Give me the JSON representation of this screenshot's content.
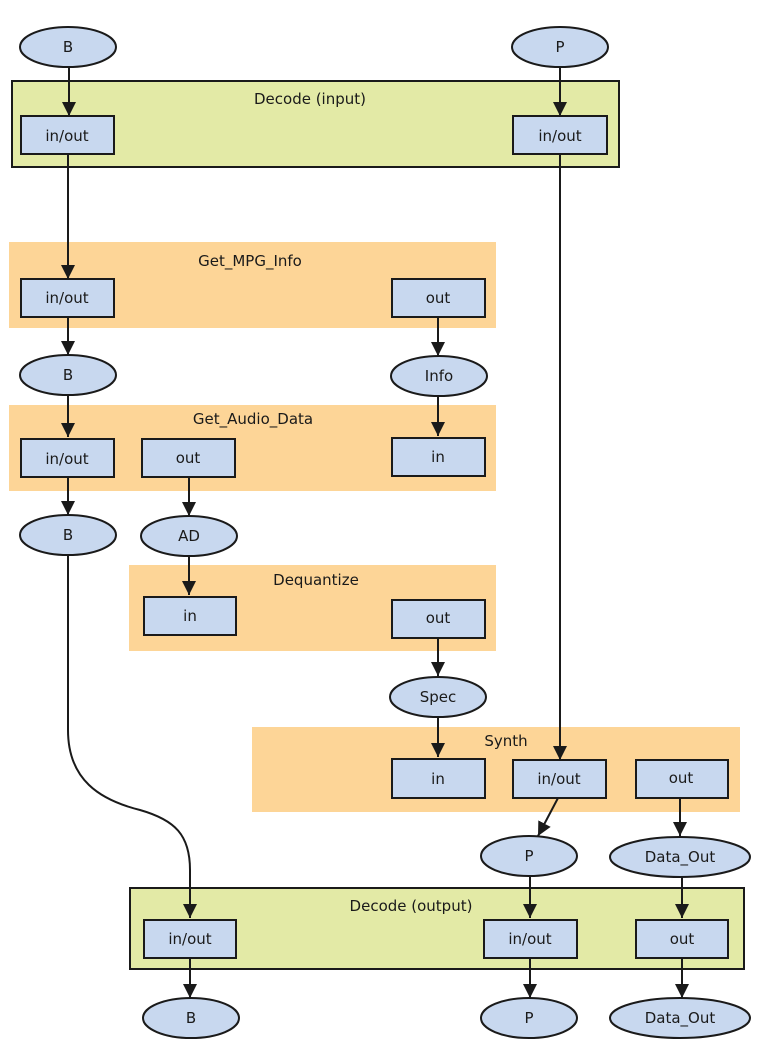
{
  "diagram": {
    "blocks": [
      {
        "id": "decode_input",
        "title": "Decode (input)",
        "kind": "green"
      },
      {
        "id": "get_mpg_info",
        "title": "Get_MPG_Info",
        "kind": "orange"
      },
      {
        "id": "get_audio_data",
        "title": "Get_Audio_Data",
        "kind": "orange"
      },
      {
        "id": "dequantize",
        "title": "Dequantize",
        "kind": "orange"
      },
      {
        "id": "synth",
        "title": "Synth",
        "kind": "orange"
      },
      {
        "id": "decode_output",
        "title": "Decode (output)",
        "kind": "green"
      }
    ],
    "ports": [
      {
        "id": "di_b",
        "block": "decode_input",
        "label": "in/out"
      },
      {
        "id": "di_p",
        "block": "decode_input",
        "label": "in/out"
      },
      {
        "id": "gm_b",
        "block": "get_mpg_info",
        "label": "in/out"
      },
      {
        "id": "gm_out",
        "block": "get_mpg_info",
        "label": "out"
      },
      {
        "id": "ga_b",
        "block": "get_audio_data",
        "label": "in/out"
      },
      {
        "id": "ga_out",
        "block": "get_audio_data",
        "label": "out"
      },
      {
        "id": "ga_in",
        "block": "get_audio_data",
        "label": "in"
      },
      {
        "id": "dq_in",
        "block": "dequantize",
        "label": "in"
      },
      {
        "id": "dq_out",
        "block": "dequantize",
        "label": "out"
      },
      {
        "id": "sy_in",
        "block": "synth",
        "label": "in"
      },
      {
        "id": "sy_p",
        "block": "synth",
        "label": "in/out"
      },
      {
        "id": "sy_out",
        "block": "synth",
        "label": "out"
      },
      {
        "id": "do_b",
        "block": "decode_output",
        "label": "in/out"
      },
      {
        "id": "do_p",
        "block": "decode_output",
        "label": "in/out"
      },
      {
        "id": "do_out",
        "block": "decode_output",
        "label": "out"
      }
    ],
    "tokens": [
      {
        "id": "t_b0",
        "label": "B"
      },
      {
        "id": "t_p0",
        "label": "P"
      },
      {
        "id": "t_b1",
        "label": "B"
      },
      {
        "id": "t_info",
        "label": "Info"
      },
      {
        "id": "t_b2",
        "label": "B"
      },
      {
        "id": "t_ad",
        "label": "AD"
      },
      {
        "id": "t_spec",
        "label": "Spec"
      },
      {
        "id": "t_p1",
        "label": "P"
      },
      {
        "id": "t_dataout1",
        "label": "Data_Out"
      },
      {
        "id": "t_b3",
        "label": "B"
      },
      {
        "id": "t_p2",
        "label": "P"
      },
      {
        "id": "t_dataout2",
        "label": "Data_Out"
      }
    ],
    "edges": [
      {
        "from": "t_b0",
        "to": "di_b"
      },
      {
        "from": "t_p0",
        "to": "di_p"
      },
      {
        "from": "di_b",
        "to": "gm_b"
      },
      {
        "from": "di_p",
        "to": "sy_p"
      },
      {
        "from": "gm_b",
        "to": "t_b1"
      },
      {
        "from": "gm_out",
        "to": "t_info"
      },
      {
        "from": "t_b1",
        "to": "ga_b"
      },
      {
        "from": "t_info",
        "to": "ga_in"
      },
      {
        "from": "ga_b",
        "to": "t_b2"
      },
      {
        "from": "ga_out",
        "to": "t_ad"
      },
      {
        "from": "t_ad",
        "to": "dq_in"
      },
      {
        "from": "dq_out",
        "to": "t_spec"
      },
      {
        "from": "t_spec",
        "to": "sy_in"
      },
      {
        "from": "t_b2",
        "to": "do_b"
      },
      {
        "from": "sy_p",
        "to": "t_p1"
      },
      {
        "from": "sy_out",
        "to": "t_dataout1"
      },
      {
        "from": "t_p1",
        "to": "do_p"
      },
      {
        "from": "t_dataout1",
        "to": "do_out"
      },
      {
        "from": "do_b",
        "to": "t_b3"
      },
      {
        "from": "do_p",
        "to": "t_p2"
      },
      {
        "from": "do_out",
        "to": "t_dataout2"
      }
    ],
    "colors": {
      "green_block": "#e3eaa6",
      "orange_block": "#fdd597",
      "port_fill": "#c8d8ef",
      "line": "#1a1a1a"
    }
  }
}
